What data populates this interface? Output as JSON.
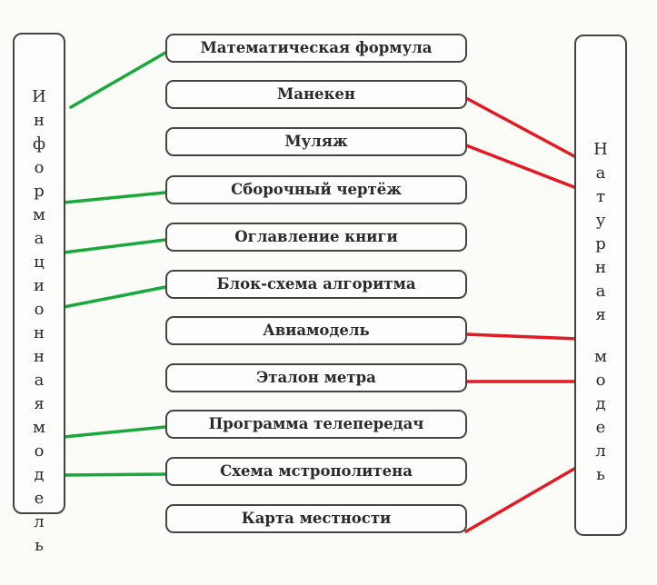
{
  "left_model": {
    "label": "Информационная модель",
    "letters": [
      "И",
      "н",
      "ф",
      "о",
      "р",
      "м",
      "а",
      "ц",
      "и",
      "о",
      "н",
      "н",
      "а",
      "я",
      " ",
      "м",
      "о",
      "д",
      "е",
      "л",
      "ь"
    ]
  },
  "right_model": {
    "label": "Натурная модель",
    "letters": [
      "Н",
      "а",
      "т",
      "у",
      "р",
      "н",
      "а",
      "я",
      " ",
      "м",
      "о",
      "д",
      "е",
      "л",
      "ь"
    ]
  },
  "items": [
    {
      "label": "Математическая формула",
      "model": "left"
    },
    {
      "label": "Манекен",
      "model": "right"
    },
    {
      "label": "Муляж",
      "model": "right"
    },
    {
      "label": "Сборочный чертёж",
      "model": "left"
    },
    {
      "label": "Оглавление книги",
      "model": "left"
    },
    {
      "label": "Блок-схема алгоритма",
      "model": "left"
    },
    {
      "label": "Авиамодель",
      "model": "right"
    },
    {
      "label": "Эталон метра",
      "model": "right"
    },
    {
      "label": "Программа телепередач",
      "model": "left"
    },
    {
      "label": "Схема мстрополитена",
      "model": "left"
    },
    {
      "label": "Карта местности",
      "model": "right"
    }
  ],
  "colors": {
    "left_line": "#1aa83a",
    "right_line": "#e01b24"
  }
}
